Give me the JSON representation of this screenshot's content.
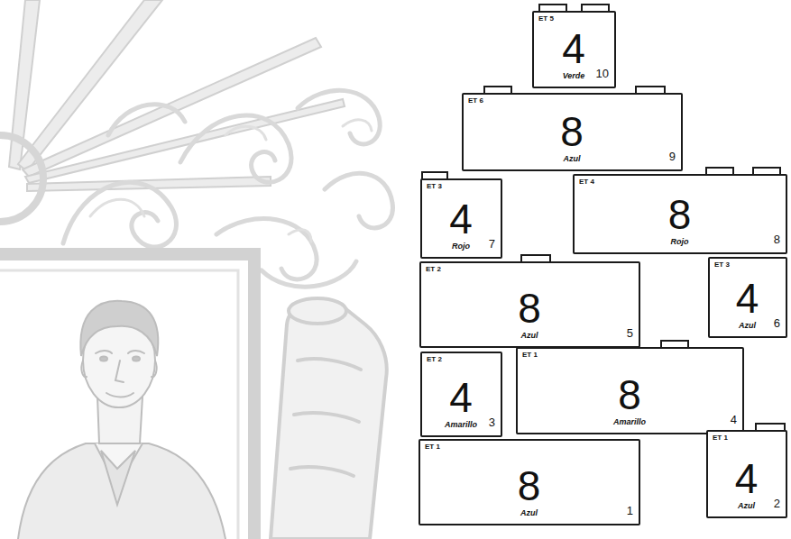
{
  "diagram": {
    "nodes": [
      {
        "text": [
          "ET 5",
          "4",
          "Verde",
          "10"
        ]
      },
      {
        "text": [
          "ET 6",
          "8",
          "Azul",
          "9"
        ]
      },
      {
        "text": [
          "ET 3",
          "4",
          "Rojo",
          "7"
        ]
      },
      {
        "text": [
          "ET 4",
          "8",
          "Rojo",
          "8"
        ]
      },
      {
        "text": [
          "ET 2",
          "8",
          "Azul",
          "5"
        ]
      },
      {
        "text": [
          "ET 3",
          "4",
          "Azul",
          "6"
        ]
      },
      {
        "text": [
          "ET 2",
          "4",
          "Amarillo",
          "3"
        ]
      },
      {
        "text": [
          "ET 1",
          "8",
          "Amarillo",
          "4"
        ]
      },
      {
        "text": [
          "ET 1",
          "8",
          "Azul",
          "1"
        ]
      },
      {
        "text": [
          "ET 1",
          "4",
          "Azul",
          "2"
        ]
      }
    ]
  }
}
